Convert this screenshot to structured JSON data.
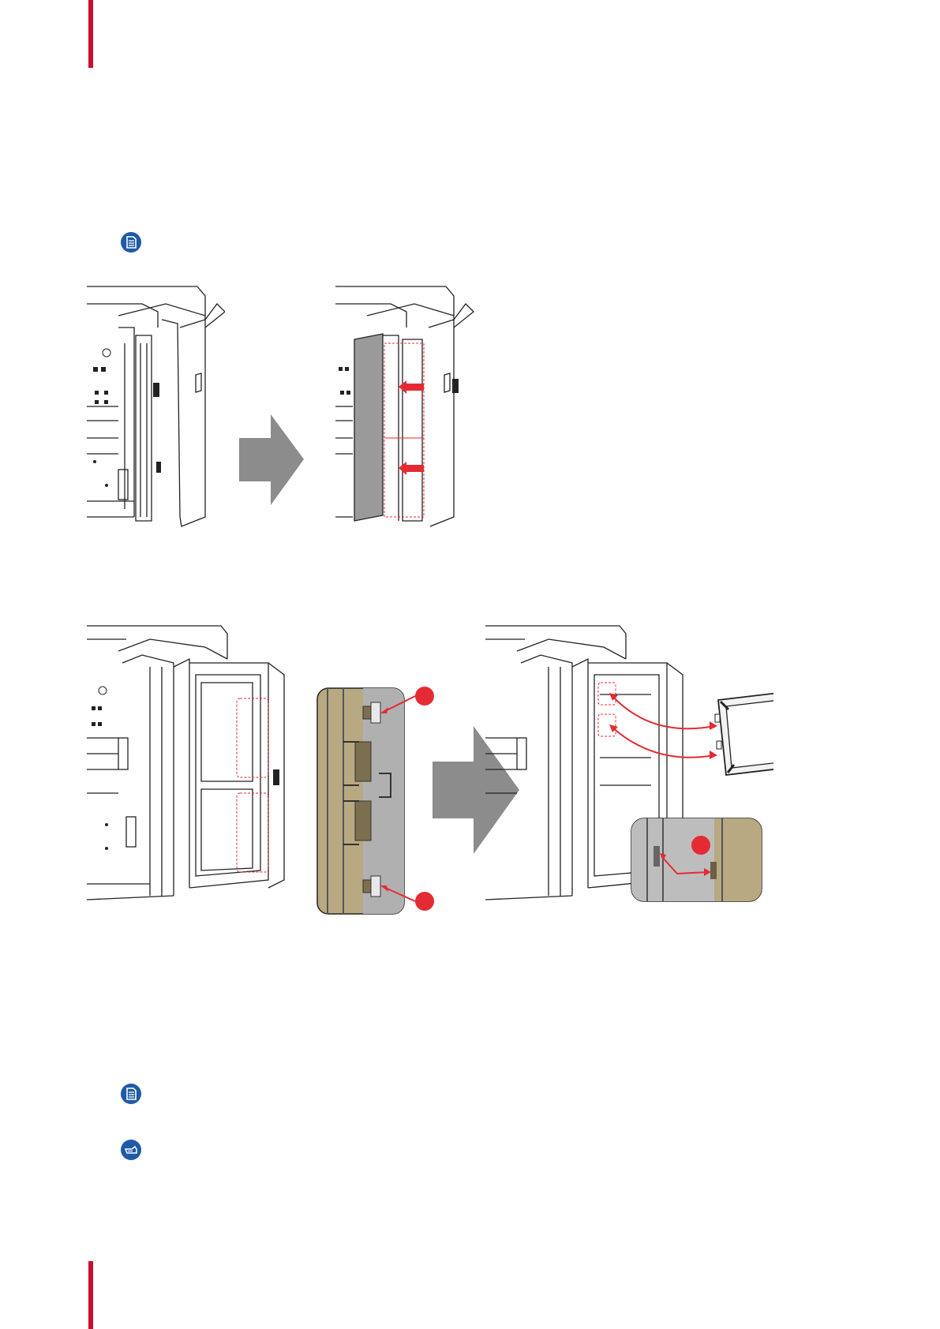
{
  "page": {
    "icons": [
      "note-icon",
      "note-icon",
      "tip-icon"
    ],
    "accent_color": "#c8102e",
    "arrow_color": "#e42b33",
    "icon_color": "#1e5aa8"
  },
  "figures": {
    "top": [
      "filter-cover-closed",
      "filter-cover-removal"
    ],
    "bottom": [
      "open-door-with-filters",
      "filter-clip-detail",
      "filter-removal"
    ]
  }
}
